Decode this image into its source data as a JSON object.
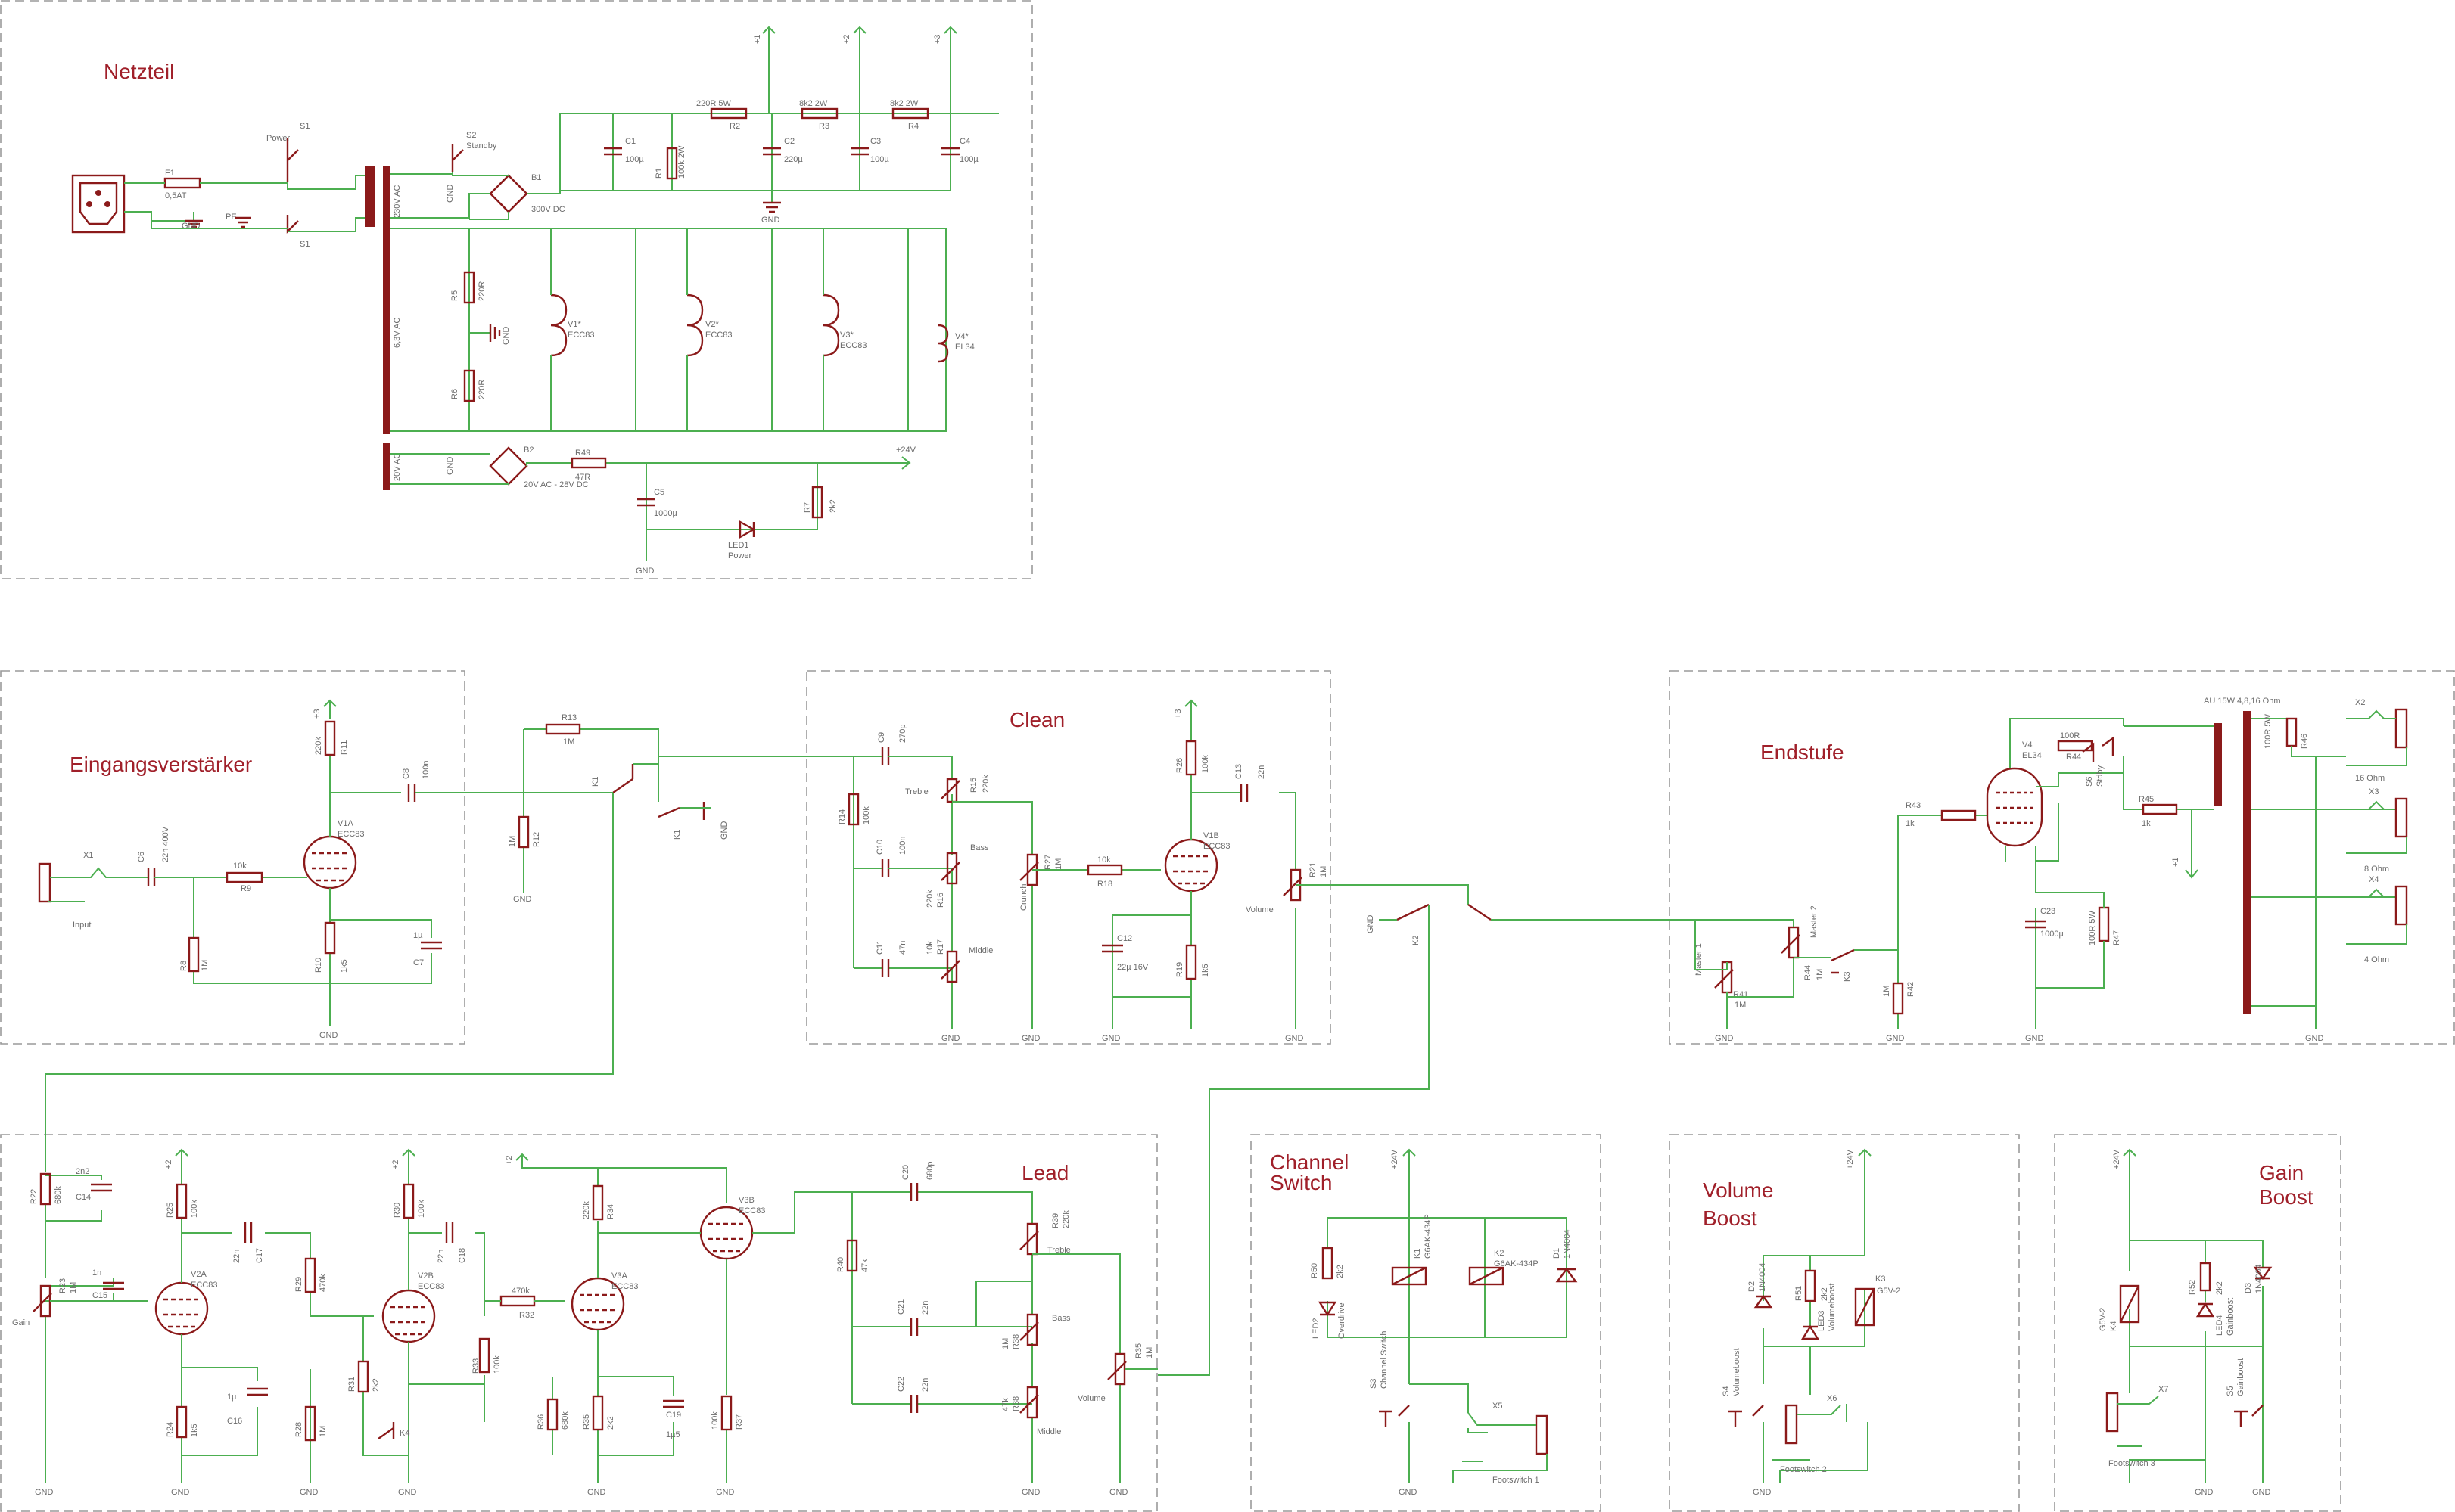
{
  "sections": {
    "netzteil": "Netzteil",
    "eingang": "Eingangsverstärker",
    "clean": "Clean",
    "endstufe": "Endstufe",
    "lead": "Lead",
    "channel": [
      "Channel",
      "Switch"
    ],
    "volume": [
      "Volume",
      "Boost"
    ],
    "gain": [
      "Gain",
      "Boost"
    ]
  },
  "psu": {
    "f1": [
      "F1",
      "0,5AT"
    ],
    "s1": [
      "S1",
      "Power"
    ],
    "s1b": "S1",
    "pe": "PE",
    "gnd": "GND",
    "s2": [
      "S2",
      "Standby"
    ],
    "b1": [
      "B1",
      "300V DC"
    ],
    "b2": "B2",
    "v230": "230V AC",
    "v63": "6,3V AC",
    "v20": "20V AC",
    "r2": [
      "220R 5W",
      "R2"
    ],
    "r3": [
      "8k2 2W",
      "R3"
    ],
    "r4": [
      "8k2 2W",
      "R4"
    ],
    "c1": [
      "C1",
      "100µ"
    ],
    "c2": [
      "C2",
      "220µ"
    ],
    "c3": [
      "C3",
      "100µ"
    ],
    "c4": [
      "C4",
      "100µ"
    ],
    "r1": [
      "R1",
      "100k 2W"
    ],
    "rails": [
      "+1",
      "+2",
      "+3"
    ],
    "r5": [
      "R5",
      "220R"
    ],
    "r6": [
      "R6",
      "220R"
    ],
    "v1": [
      "V1*",
      "ECC83"
    ],
    "v2": [
      "V2*",
      "ECC83"
    ],
    "v3": [
      "V3*",
      "ECC83"
    ],
    "v4": [
      "V4*",
      "EL34"
    ],
    "r49": [
      "R49",
      "47R"
    ],
    "dc": "20V AC - 28V DC",
    "c5": [
      "C5",
      "1000µ"
    ],
    "r7": [
      "R7",
      "2k2"
    ],
    "led": [
      "LED1",
      "Power"
    ],
    "p24": "+24V"
  },
  "input": {
    "x1": [
      "X1",
      "Input"
    ],
    "c6": [
      "C6",
      "22n 400V"
    ],
    "r9": [
      "10k",
      "R9"
    ],
    "r8": [
      "R8",
      "1M"
    ],
    "r11": [
      "220k",
      "R11"
    ],
    "v1a": [
      "V1A",
      "ECC83"
    ],
    "r10": [
      "R10",
      "1k5"
    ],
    "c7": [
      "1µ",
      "C7"
    ],
    "c8": [
      "C8",
      "100n"
    ],
    "r13": [
      "R13",
      "1M"
    ],
    "r12": [
      "1M",
      "R12"
    ],
    "k1": [
      "K1",
      "K1"
    ],
    "plus3": "+3"
  },
  "clean": {
    "c9": [
      "C9",
      "270p"
    ],
    "r15": [
      "R15",
      "220k"
    ],
    "treble": "Treble",
    "r14": [
      "R14",
      "100k"
    ],
    "c10": [
      "C10",
      "100n"
    ],
    "bass": "Bass",
    "r16": [
      "220k",
      "R16"
    ],
    "c11": [
      "C11",
      "47n"
    ],
    "r17": [
      "10k",
      "R17"
    ],
    "middle": "Middle",
    "r27": [
      "R27",
      "1M"
    ],
    "crunch": "Crunch",
    "r18": [
      "10k",
      "R18"
    ],
    "c12": [
      "C12",
      "22µ 16V"
    ],
    "r19": [
      "R19",
      "1k5"
    ],
    "r26": [
      "R26",
      "100k"
    ],
    "v1b": [
      "V1B",
      "ECC83"
    ],
    "c13": [
      "C13",
      "22n"
    ],
    "r21": [
      "R21",
      "1M"
    ],
    "volume": "Volume",
    "k2": "K2",
    "plus3": "+3"
  },
  "endstufe": {
    "r43": [
      "R43",
      "1k"
    ],
    "v4": [
      "V4",
      "EL34"
    ],
    "r44": [
      "100R",
      "R44"
    ],
    "s6": [
      "S6",
      "Stdby"
    ],
    "r45": [
      "R45",
      "1k"
    ],
    "trafo": "AU 15W 4,8,16 Ohm",
    "r46": [
      "100R 5W",
      "R46"
    ],
    "x2": [
      "X2",
      "16 Ohm"
    ],
    "x3": [
      "X3",
      "8 Ohm"
    ],
    "x4": [
      "X4",
      "4 Ohm"
    ],
    "c23": [
      "C23",
      "1000µ"
    ],
    "r47": [
      "100R 5W",
      "R47"
    ],
    "master1": "Master 1",
    "r41": [
      "R41",
      "1M"
    ],
    "master2": "Master 2",
    "r44b": [
      "R44",
      "1M"
    ],
    "k3": "K3",
    "r42": [
      "1M",
      "R42"
    ],
    "plus1": "+1"
  },
  "lead": {
    "r22": [
      "R22",
      "680k"
    ],
    "c14": [
      "2n2",
      "C14"
    ],
    "c15": [
      "1n",
      "C15"
    ],
    "r23": [
      "R23",
      "1M"
    ],
    "gain": "Gain",
    "r25": [
      "R25",
      "100k"
    ],
    "v2a": [
      "V2A",
      "ECC83"
    ],
    "c17": [
      "22n",
      "C17"
    ],
    "r24": [
      "R24",
      "1k5"
    ],
    "c16": [
      "1µ",
      "C16"
    ],
    "r28": [
      "R28",
      "1M"
    ],
    "r29": [
      "R29",
      "470k"
    ],
    "r30": [
      "R30",
      "100k"
    ],
    "v2b": [
      "V2B",
      "ECC83"
    ],
    "c18": [
      "22n",
      "C18"
    ],
    "r31": [
      "R31",
      "2k2"
    ],
    "k4": "K4",
    "r32": [
      "470k",
      "R32"
    ],
    "r33": [
      "R33",
      "100k"
    ],
    "r34": [
      "220k",
      "R34"
    ],
    "v3a": [
      "V3A",
      "ECC83"
    ],
    "r35": [
      "R35",
      "2k2"
    ],
    "r36": [
      "R36",
      "680k"
    ],
    "c19": [
      "C19",
      "1µ5"
    ],
    "v3b": [
      "V3B",
      "ECC83"
    ],
    "r37": [
      "100k",
      "R37"
    ],
    "c20": [
      "C20",
      "680p"
    ],
    "r40": [
      "R40",
      "47k"
    ],
    "r39": [
      "R39",
      "220k"
    ],
    "treble": "Treble",
    "c21": [
      "C21",
      "22n"
    ],
    "r38": [
      "1M",
      "R38"
    ],
    "bass": "Bass",
    "c22": [
      "C22",
      "22n"
    ],
    "r38b": [
      "47k",
      "R38"
    ],
    "middle": "Middle",
    "r35b": [
      "R35",
      "1M"
    ],
    "volume": "Volume",
    "p2": [
      "+2",
      "+2",
      "+2"
    ]
  },
  "channel": {
    "p24": "+24V",
    "k1": [
      "K1",
      "G6AK-434P"
    ],
    "k2": [
      "K2",
      "G6AK-434P"
    ],
    "d1": [
      "D1",
      "1N4004"
    ],
    "r50": [
      "R50",
      "2k2"
    ],
    "led": [
      "LED2",
      "Overdrive"
    ],
    "s3": [
      "S3",
      "Channel Switch"
    ],
    "x5": "X5",
    "fs": "Footswitch 1"
  },
  "vboost": {
    "p24": "+24V",
    "d2": [
      "D2",
      "1N4004"
    ],
    "r51": [
      "R51",
      "2k2"
    ],
    "led": [
      "LED3",
      "Volumeboost"
    ],
    "k3": [
      "K3",
      "G5V-2"
    ],
    "s4": [
      "S4",
      "Volumeboost"
    ],
    "x6": "X6",
    "fs": "Footswitch 2"
  },
  "gboost": {
    "p24": "+24V",
    "k4": [
      "G5V-2",
      "K4"
    ],
    "r52": [
      "R52",
      "2k2"
    ],
    "led": [
      "LED4",
      "Gainboost"
    ],
    "d3": [
      "D3",
      "1N4004"
    ],
    "s5": [
      "S5",
      "Gainboost"
    ],
    "x7": "X7",
    "fs": "Footswitch 3"
  },
  "gnd": "GND"
}
